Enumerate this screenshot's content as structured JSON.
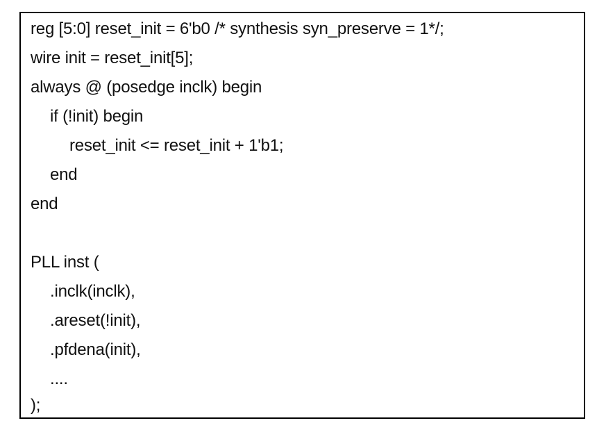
{
  "code_block": {
    "lines": [
      "reg [5:0] reset_init = 6'b0 /* synthesis syn_preserve = 1*/;",
      "wire init = reset_init[5];",
      "always @ (posedge inclk) begin",
      "if (!init) begin",
      "reset_init <= reset_init + 1'b1;",
      "end",
      "end",
      "",
      "PLL inst (",
      ".inclk(inclk),",
      ".areset(!init),",
      ".pfdena(init),",
      "....",
      ");"
    ]
  }
}
